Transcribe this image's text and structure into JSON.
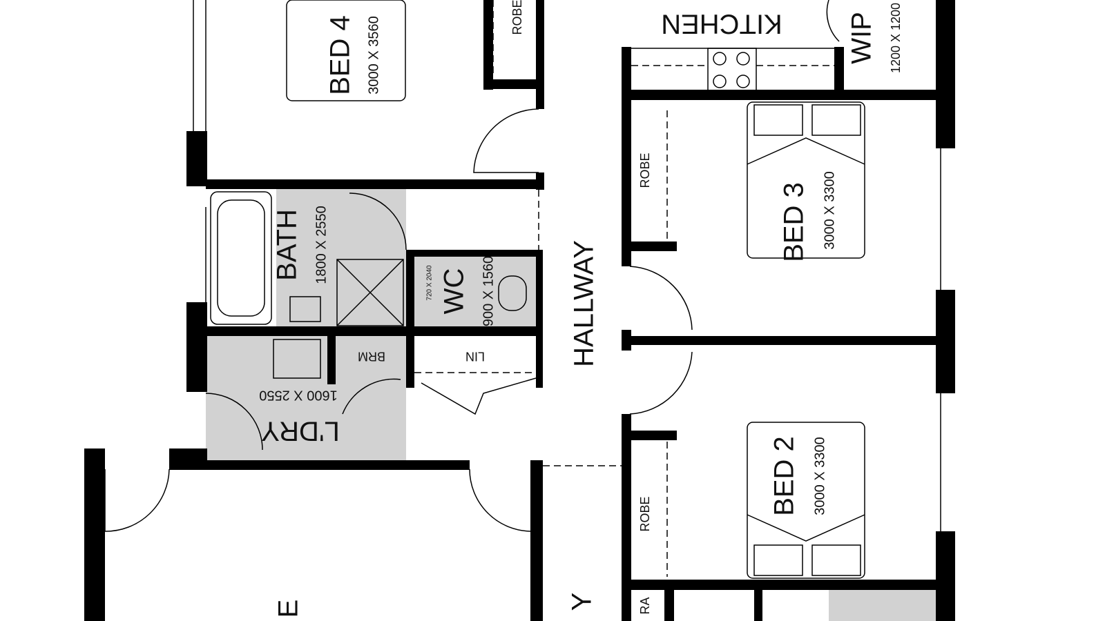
{
  "rooms": {
    "bed4": {
      "label": "BED 4",
      "size": "3000 X 3560"
    },
    "bed3": {
      "label": "BED 3",
      "size": "3000 X 3300"
    },
    "bed2": {
      "label": "BED 2",
      "size": "3000 X 3300"
    },
    "kitchen": {
      "label": "KITCHEN"
    },
    "wip": {
      "label": "WIP",
      "size": "1200 X 1200"
    },
    "hallway": {
      "label": "HALLWAY"
    },
    "bath": {
      "label": "BATH",
      "size": "1800 X 2550"
    },
    "wc": {
      "label": "WC",
      "size": "900 X 1560",
      "door": "720 X 2040"
    },
    "brm": {
      "label": "BRM"
    },
    "lin": {
      "label": "LIN"
    },
    "laundry": {
      "label": "L'DRY",
      "size": "1600 X 2550"
    },
    "robe_bed4": {
      "label": "ROBE"
    },
    "robe_bed3": {
      "label": "ROBE"
    },
    "robe_bed2": {
      "label": "ROBE"
    },
    "partial_bottom_left": {
      "label": "E"
    },
    "partial_bottom_mid": {
      "label": "Y"
    },
    "partial_bottom_right": {
      "label": "RA"
    }
  },
  "colors": {
    "walls": "#000000",
    "wet_areas": "#d2d2d2",
    "background": "#ffffff"
  }
}
